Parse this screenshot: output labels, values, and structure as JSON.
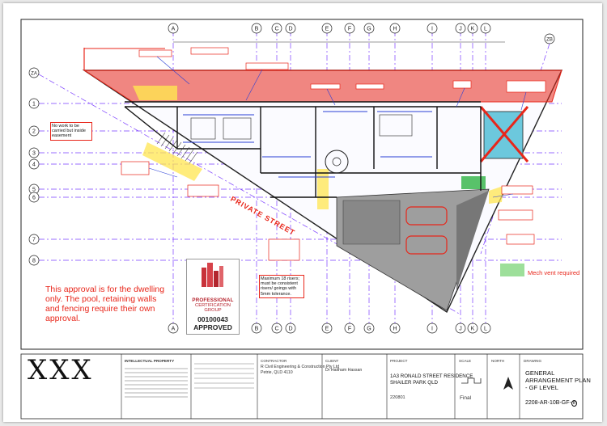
{
  "drawing": {
    "grid_cols": [
      "A",
      "B",
      "C",
      "D",
      "E",
      "F",
      "G",
      "H",
      "I",
      "J",
      "K",
      "L"
    ],
    "grid_col_extra": "ZB",
    "grid_rows": [
      "1",
      "2",
      "3",
      "4",
      "5",
      "6",
      "7",
      "8"
    ],
    "grid_row_extra": "ZA",
    "street_label": "PRIVATE STREET"
  },
  "notes": {
    "approval": "This approval is for the dwelling only. The pool, retaining walls and fencing require their own approval.",
    "easement": "No work to be carried but inside easement",
    "mech_vent": "Mech vent required",
    "neighbour": "Maximum 18 risers; must be consistent risers/ goings with 5mm tolerance."
  },
  "cert": {
    "line1": "PROFESSIONAL",
    "line2": "CERTIFICATION GROUP",
    "number": "00100043",
    "status": "APPROVED"
  },
  "title_block": {
    "xxx": "XXX",
    "builder": "R Civil Engineering & Construction Pty Ltd",
    "builder_addr": "Petrie, QLD 4110",
    "contact": "Dr Haitham Hassan",
    "address1": "1A3 RONALD STREET RESIDENCE",
    "address2": "SHAILER PARK QLD",
    "project_no": "220801",
    "status": "Final",
    "title1": "GENERAL",
    "title2": "ARRANGEMENT PLAN",
    "title3": "- GF LEVEL",
    "drawing_no": "2208-AR-10B-GF-",
    "revision": "B",
    "ip_heading": "INTELLECTUAL PROPERTY",
    "labels": {
      "client": "CLIENT",
      "project": "PROJECT",
      "contractor": "CONTRACTOR",
      "drawing": "DRAWING",
      "scale": "SCALE",
      "north": "NORTH"
    }
  }
}
